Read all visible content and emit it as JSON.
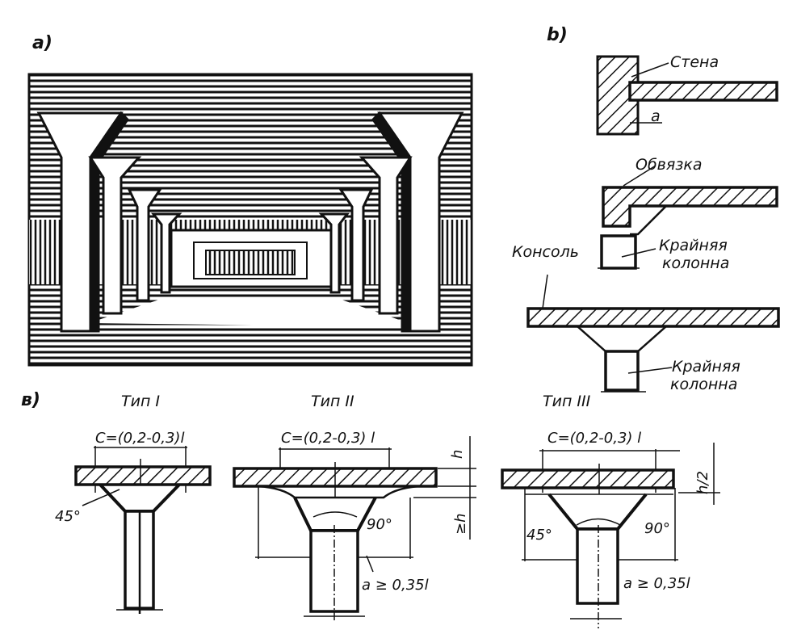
{
  "panels": {
    "a": "a)",
    "b": "b)",
    "v": "в)"
  },
  "panel_b": {
    "wall_label": "Стена",
    "wall_dim": "a",
    "tie_beam_label": "Обвязка",
    "console_label": "Консоль",
    "edge_column_label_1_line1": "Крайняя",
    "edge_column_label_1_line2": "колонна",
    "edge_column_label_2_line1": "Крайняя",
    "edge_column_label_2_line2": "колонна"
  },
  "panel_v": {
    "types": [
      {
        "title": "Тип I",
        "span_formula": "C=(0,2-0,3)l",
        "angle": "45°"
      },
      {
        "title": "Тип II",
        "span_formula": "C=(0,2-0,3) l",
        "angle": "90°",
        "slab_dim": "h",
        "capital_dim": "≥h",
        "base_formula": "a ≥ 0,35l"
      },
      {
        "title": "Тип III",
        "span_formula": "C=(0,2-0,3) l",
        "angle_left": "45°",
        "angle_right": "90°",
        "slab_dim": "h/2",
        "base_formula": "a ≥ 0,35l"
      }
    ]
  },
  "colors": {
    "ink": "#111111",
    "paper": "#ffffff"
  }
}
